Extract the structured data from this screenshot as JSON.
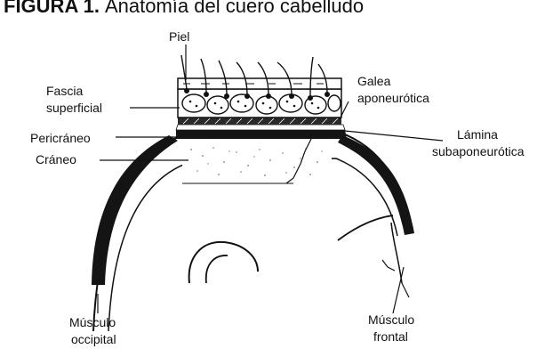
{
  "figure": {
    "title_bold": "FIGURA 1.",
    "title_rest": "Anatomía del cuero cabelludo"
  },
  "labels": {
    "piel": "Piel",
    "fascia_line1": "Fascia",
    "fascia_line2": "superficial",
    "galea_line1": "Galea",
    "galea_line2": "aponeurótica",
    "pericraneo": "Pericráneo",
    "lamina_line1": "Lámina",
    "lamina_line2": "subaponeurótica",
    "craneo": "Cráneo",
    "occipital_line1": "Músculo",
    "occipital_line2": "occipital",
    "frontal_line1": "Músculo",
    "frontal_line2": "frontal"
  },
  "colors": {
    "ink": "#111111",
    "muscle": "#141414",
    "background": "#ffffff"
  }
}
